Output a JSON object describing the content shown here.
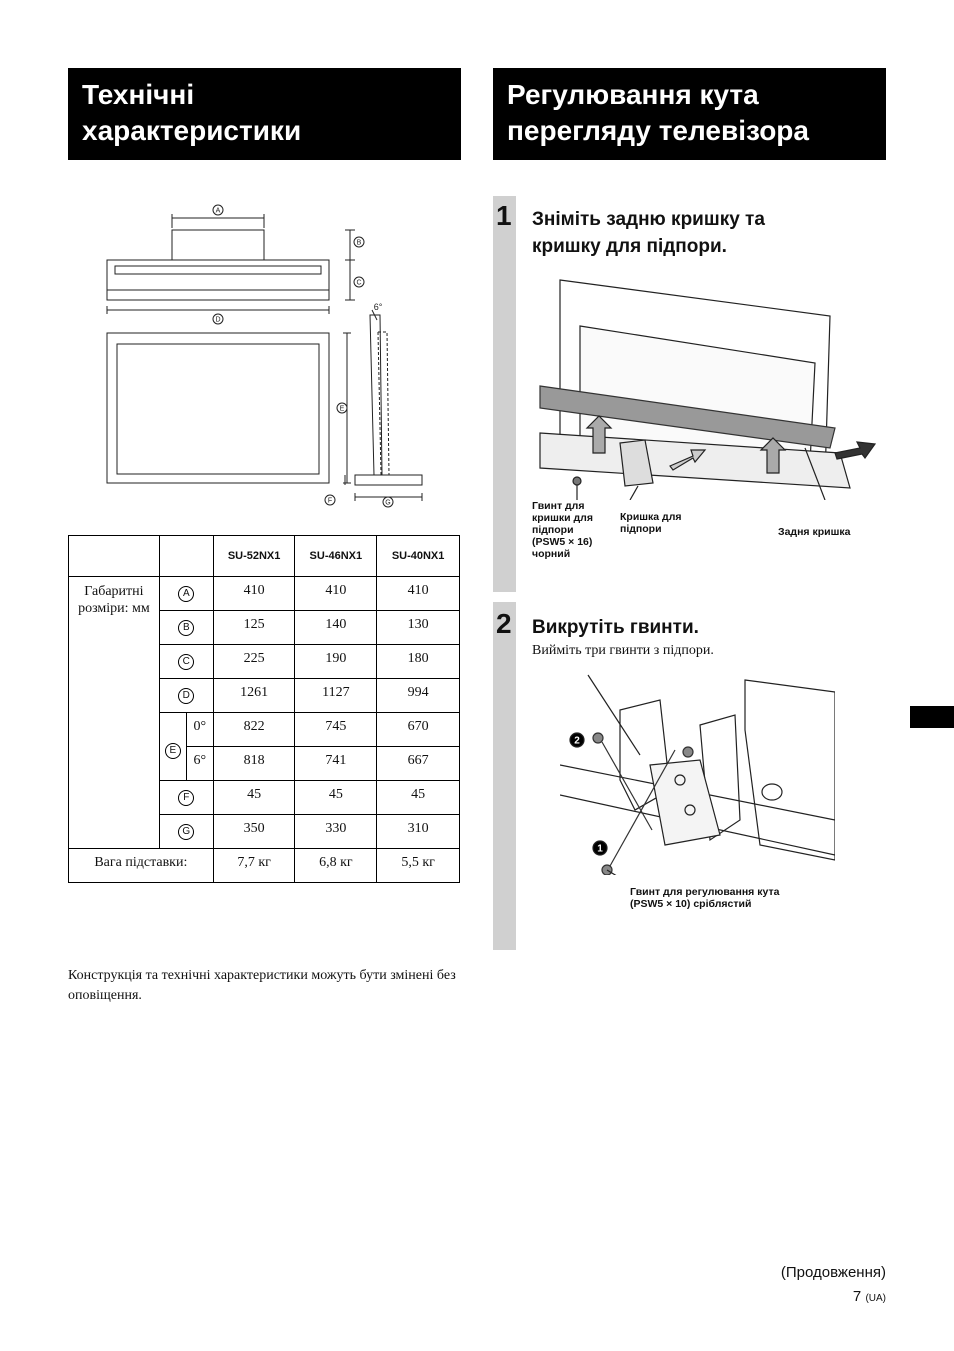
{
  "left_header": {
    "line1": "Технічні",
    "line2": "характеристики"
  },
  "right_header": {
    "line1": "Регулювання кута",
    "line2": "перегляду телевізора"
  },
  "diagram_markers": {
    "a": "A",
    "b": "B",
    "c": "C",
    "d": "D",
    "e": "E",
    "f": "F",
    "g": "G",
    "angle": "6°"
  },
  "table": {
    "models": [
      "SU-52NX1",
      "SU-46NX1",
      "SU-40NX1"
    ],
    "dims_label": "Габаритні розміри: мм",
    "rows": [
      {
        "marker": "A",
        "sub": "",
        "values": [
          "410",
          "410",
          "410"
        ]
      },
      {
        "marker": "B",
        "sub": "",
        "values": [
          "125",
          "140",
          "130"
        ]
      },
      {
        "marker": "C",
        "sub": "",
        "values": [
          "225",
          "190",
          "180"
        ]
      },
      {
        "marker": "D",
        "sub": "",
        "values": [
          "1261",
          "1127",
          "994"
        ]
      },
      {
        "marker": "E",
        "sub": "0°",
        "values": [
          "822",
          "745",
          "670"
        ]
      },
      {
        "marker": "",
        "sub": "6°",
        "values": [
          "818",
          "741",
          "667"
        ]
      },
      {
        "marker": "F",
        "sub": "",
        "values": [
          "45",
          "45",
          "45"
        ]
      },
      {
        "marker": "G",
        "sub": "",
        "values": [
          "350",
          "330",
          "310"
        ]
      }
    ],
    "weight_label": "Вага підставки:",
    "weight_values": [
      "7,7 кг",
      "6,8 кг",
      "5,5 кг"
    ]
  },
  "note": "Конструкція та технічні характеристики можуть бути змінені без оповіщення.",
  "step1": {
    "number": "1",
    "title_line1": "Зніміть задню кришку та",
    "title_line2": "кришку для підпори.",
    "label_screw": [
      "Гвинт для",
      "кришки для",
      "підпори",
      "(PSW5 × 16)",
      "чорний"
    ],
    "label_cover": [
      "Кришка для",
      "підпори"
    ],
    "label_back": "Задня кришка"
  },
  "step2": {
    "number": "2",
    "title": "Викрутіть гвинти.",
    "subtitle": "Вийміть три гвинти з підпори.",
    "label_screw": [
      "Гвинт для регулювання кута",
      "(PSW5 × 10) сріблястий"
    ],
    "marker1": "1",
    "marker2": "2"
  },
  "footer": {
    "continued": "(Продовження)",
    "page": "7",
    "lang": "(UA)"
  }
}
